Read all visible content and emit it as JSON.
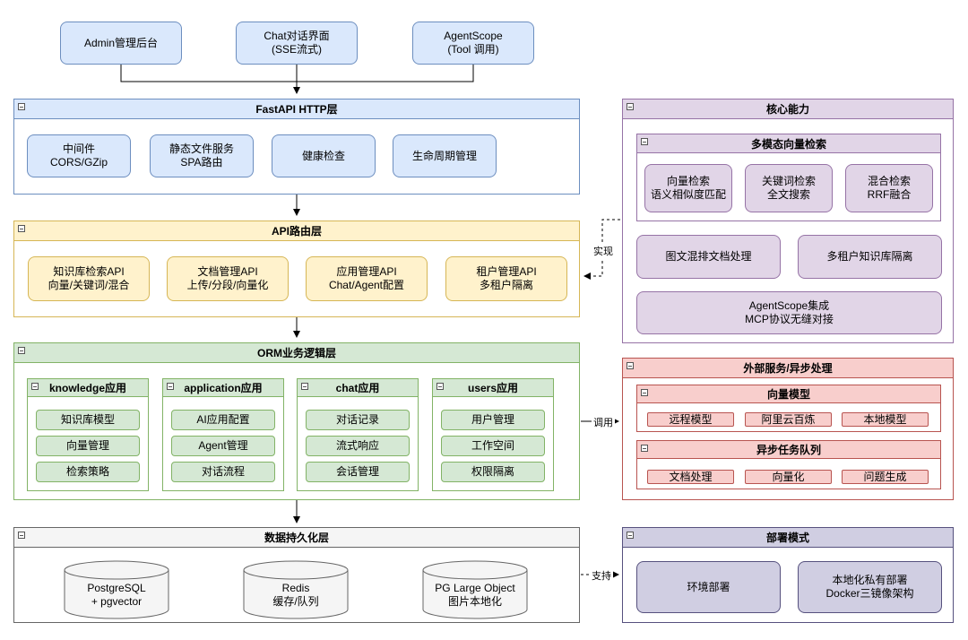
{
  "clients": {
    "admin": "Admin管理后台",
    "chat": "Chat对话界面\n(SSE流式)",
    "agentscope": "AgentScope\n(Tool 调用)"
  },
  "fastapi": {
    "title": "FastAPI HTTP层",
    "items": [
      "中间件\nCORS/GZip",
      "静态文件服务\nSPA路由",
      "健康检查",
      "生命周期管理"
    ]
  },
  "api": {
    "title": "API路由层",
    "items": [
      "知识库检索API\n向量/关键词/混合",
      "文档管理API\n上传/分段/向量化",
      "应用管理API\nChat/Agent配置",
      "租户管理API\n多租户隔离"
    ]
  },
  "orm": {
    "title": "ORM业务逻辑层",
    "apps": [
      {
        "title": "knowledge应用",
        "items": [
          "知识库模型",
          "向量管理",
          "检索策略"
        ]
      },
      {
        "title": "application应用",
        "items": [
          "AI应用配置",
          "Agent管理",
          "对话流程"
        ]
      },
      {
        "title": "chat应用",
        "items": [
          "对话记录",
          "流式响应",
          "会话管理"
        ]
      },
      {
        "title": "users应用",
        "items": [
          "用户管理",
          "工作空间",
          "权限隔离"
        ]
      }
    ]
  },
  "persistence": {
    "title": "数据持久化层",
    "stores": [
      "PostgreSQL\n+ pgvector",
      "Redis\n缓存/队列",
      "PG Large Object\n图片本地化"
    ]
  },
  "core": {
    "title": "核心能力",
    "search_title": "多模态向量检索",
    "search_items": [
      "向量检索\n语义相似度匹配",
      "关键词检索\n全文搜索",
      "混合检索\nRRF融合"
    ],
    "items": [
      "图文混排文档处理",
      "多租户知识库隔离",
      "AgentScope集成\nMCP协议无缝对接"
    ]
  },
  "external": {
    "title": "外部服务/异步处理",
    "vector_title": "向量模型",
    "vector_items": [
      "远程模型",
      "阿里云百炼",
      "本地模型"
    ],
    "async_title": "异步任务队列",
    "async_items": [
      "文档处理",
      "向量化",
      "问题生成"
    ]
  },
  "deploy": {
    "title": "部署模式",
    "items": [
      "环境部署",
      "本地化私有部署\nDocker三镜像架构"
    ]
  },
  "edges": {
    "implement": "实现",
    "call": "调用",
    "support": "支持"
  }
}
